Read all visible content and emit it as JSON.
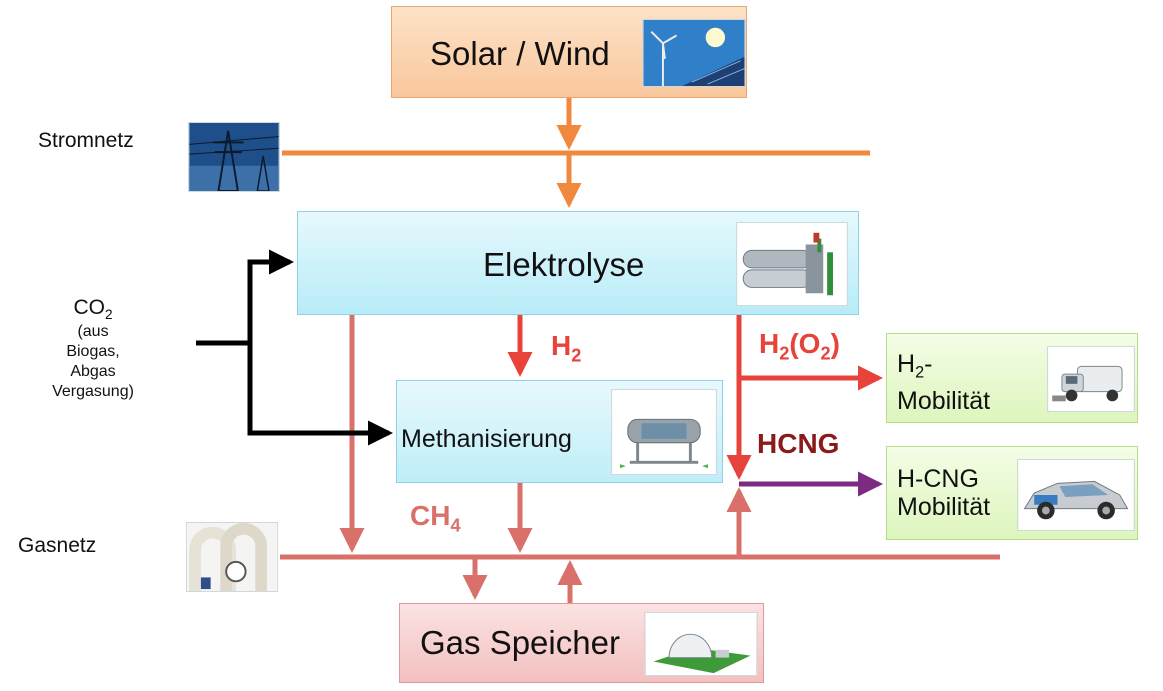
{
  "boxes": {
    "solar_wind": "Solar / Wind",
    "elektrolyse": "Elektrolyse",
    "methanisierung": "Methanisierung",
    "gas_speicher": "Gas Speicher",
    "h2_mobilitaet": {
      "h": "H",
      "sub": "2",
      "suffix": "-",
      "line2": "Mobilität"
    },
    "hcng_mobilitaet": {
      "line1": "H-CNG",
      "line2": "Mobilität"
    }
  },
  "side_labels": {
    "stromnetz": "Stromnetz",
    "gasnetz": "Gasnetz",
    "co2": {
      "co": "CO",
      "sub": "2",
      "line2": "(aus",
      "line3": "Biogas,",
      "line4": "Abgas",
      "line5": "Vergasung)"
    }
  },
  "flow_labels": {
    "h2": {
      "h": "H",
      "sub": "2"
    },
    "h2o2": {
      "h": "H",
      "sub1": "2",
      "open": "(O",
      "sub2": "2",
      "close": ")"
    },
    "hcng": "HCNG",
    "ch4": {
      "ch": "CH",
      "sub": "4"
    }
  },
  "colors": {
    "strom": "#f0883e",
    "gas": "#d9706a",
    "h2": "#e8433a",
    "co2": "#000000",
    "hcng_arrow": "#7b2c82",
    "hcng_label": "#8b1a1a"
  }
}
